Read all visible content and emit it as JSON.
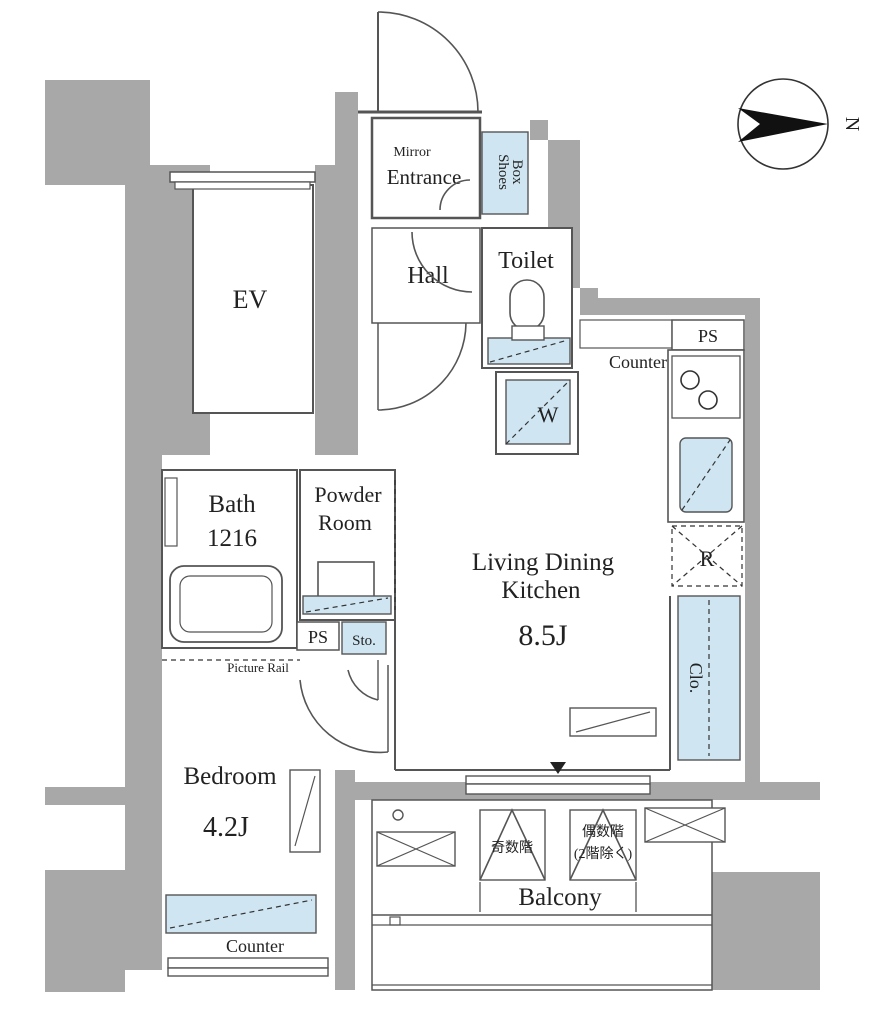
{
  "rooms": {
    "ev": "EV",
    "mirror": "Mirror",
    "entrance": "Entrance",
    "shoes_box_line1": "Shoes",
    "shoes_box_line2": "Box",
    "hall": "Hall",
    "toilet": "Toilet",
    "ps_top": "PS",
    "counter_kitchen": "Counter",
    "washer": "W",
    "bath_line1": "Bath",
    "bath_line2": "1216",
    "powder_line1": "Powder",
    "powder_line2": "Room",
    "ldk_line1": "Living Dining",
    "ldk_line2": "Kitchen",
    "ldk_size": "8.5J",
    "refrigerator": "R",
    "closet": "Clo.",
    "ps_bath": "PS",
    "storage": "Sto.",
    "picture_rail": "Picture Rail",
    "bedroom": "Bedroom",
    "bedroom_size": "4.2J",
    "counter_bedroom": "Counter",
    "balcony": "Balcony",
    "odd_floors": "奇数階",
    "even_floors_line1": "偶数階",
    "even_floors_line2": "(2階除く)"
  },
  "compass": {
    "north_label": "N",
    "icon": "north-arrow-icon"
  },
  "colors": {
    "wall": "#a8a8a8",
    "fixture_blue": "#cfe6f2",
    "line": "#555555"
  }
}
